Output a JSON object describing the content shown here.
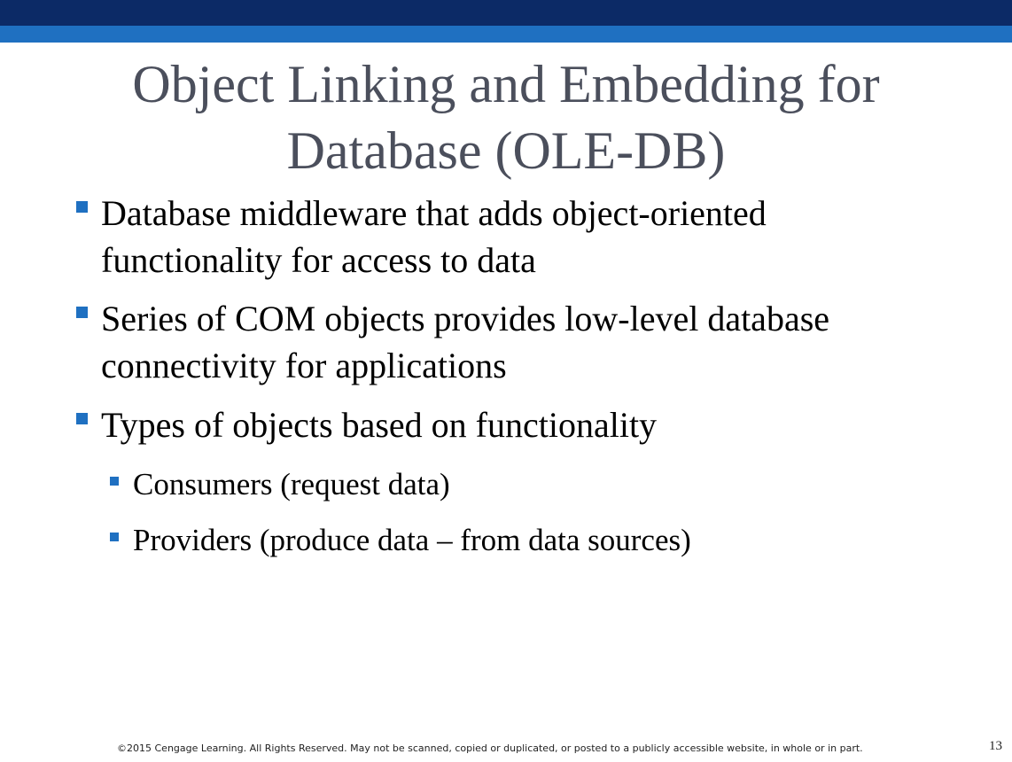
{
  "colors": {
    "band_dark": "#0c2a66",
    "band_light": "#1f70c1",
    "bullet": "#1f70c1",
    "title_text": "#4b4f5c"
  },
  "slide": {
    "title_line1": "Object Linking and Embedding for",
    "title_line2": "Database (OLE-DB)",
    "bullets": [
      {
        "level": 1,
        "line1": "Database middleware that adds object-oriented",
        "line2": "functionality for access to data"
      },
      {
        "level": 1,
        "line1": "Series of COM objects provides low-level database",
        "line2": "connectivity for applications"
      },
      {
        "level": 1,
        "line1": "Types of objects based on functionality"
      },
      {
        "level": 2,
        "line1": "Consumers (request data)"
      },
      {
        "level": 2,
        "line1": "Providers (produce data – from data sources)"
      }
    ],
    "footer": "©2015 Cengage Learning. All Rights Reserved. May not be scanned, copied or duplicated, or posted to a publicly accessible website, in whole or in part.",
    "page_number": "13"
  }
}
